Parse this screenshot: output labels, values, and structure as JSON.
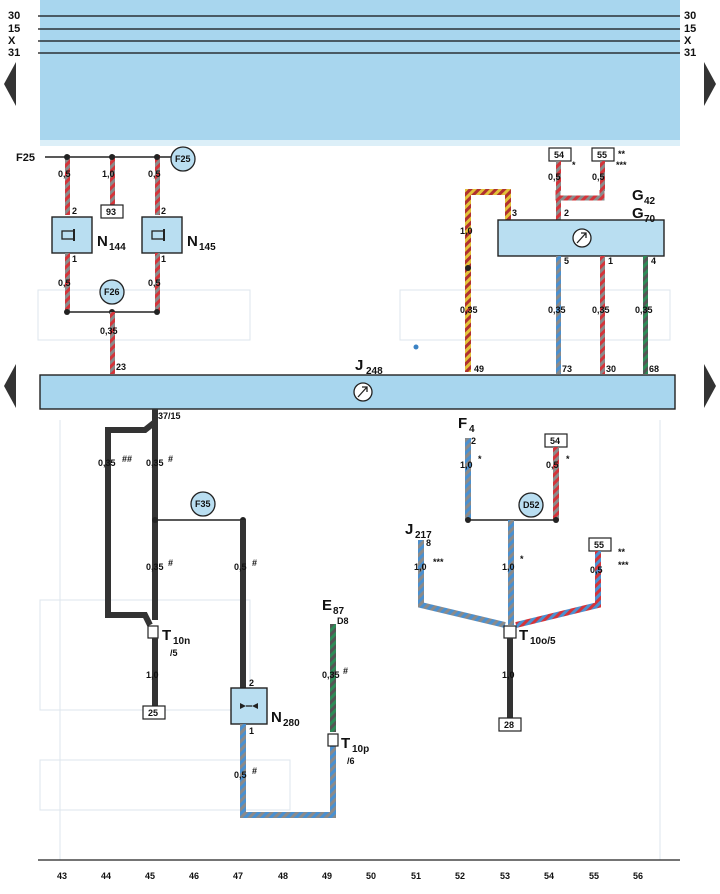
{
  "bus_lines": [
    "30",
    "15",
    "X",
    "31"
  ],
  "fuses": {
    "f25_left": "F25",
    "f25_circle": "F25",
    "f26": "F26",
    "f35": "F35",
    "d52": "D52"
  },
  "components": {
    "n144": {
      "name": "N",
      "sub": "144"
    },
    "n145": {
      "name": "N",
      "sub": "145"
    },
    "n280": {
      "name": "N",
      "sub": "280"
    },
    "g42": {
      "name": "G",
      "sub": "42"
    },
    "g70": {
      "name": "G",
      "sub": "70"
    },
    "j248": {
      "name": "J",
      "sub": "248"
    },
    "j217": {
      "name": "J",
      "sub": "217"
    },
    "f4": {
      "name": "F",
      "sub": "4"
    },
    "e87": {
      "name": "E",
      "sub": "87"
    }
  },
  "wire_labels": {
    "w1": "0,5",
    "w2": "1,0",
    "w3": "0,5",
    "w4": "0,5",
    "w5": "0,5",
    "w6": "0,35",
    "w7": "1,0",
    "w8": "0,35",
    "w9": "0,35",
    "w10": "0,35",
    "w11": "0,35",
    "w12": "0,5",
    "w13": "0,5",
    "w14": "0,35",
    "w14s": "##",
    "w15": "0,35",
    "w15s": "#",
    "w16": "0,35",
    "w16s": "#",
    "w17": "0,5",
    "w17s": "#",
    "w18": "1,0",
    "w19": "0,35",
    "w19s": "#",
    "w20": "0,5",
    "w20s": "#",
    "w21": "1,0",
    "w22": "0,5",
    "w23": "1,0",
    "w24": "1,0",
    "w25": "0,5",
    "w26": "1,0"
  },
  "pins": {
    "p2a": "2",
    "p2b": "2",
    "p1a": "1",
    "p1b": "1",
    "p23": "23",
    "p3": "3",
    "p2g": "2",
    "p5": "5",
    "p1g": "1",
    "p4": "4",
    "p49": "49",
    "p73": "73",
    "p30": "30",
    "p68": "68",
    "p3715": "37/15",
    "p2f4": "2",
    "p8": "8",
    "pn2": "2",
    "pn1": "1",
    "pd8": "D8"
  },
  "boxes": {
    "b93": "93",
    "b54a": "54",
    "b55a": "55",
    "b54b": "54",
    "b55b": "55",
    "b25": "25",
    "b28": "28"
  },
  "marks": {
    "m1": "**",
    "m2": "*",
    "m3": "***",
    "m4": "*",
    "m5": "*",
    "m6": "***",
    "m7": "*",
    "m8": "**",
    "m9": "***"
  },
  "connectors": {
    "t10n": {
      "name": "T",
      "sub": "10n",
      "pin": "/5"
    },
    "t10o": {
      "name": "T",
      "sub": "10o/5"
    },
    "t10p": {
      "name": "T",
      "sub": "10p",
      "pin": "/6"
    }
  },
  "bottom_scale": [
    "43",
    "44",
    "45",
    "46",
    "47",
    "48",
    "49",
    "50",
    "51",
    "52",
    "53",
    "54",
    "55",
    "56"
  ],
  "colors": {
    "band": "#a8d6ee",
    "bus_bar": "#a8d6ee",
    "component_fill": "#b9def1",
    "wire_red": "#d4343a",
    "wire_blue": "#4a90d0",
    "wire_green": "#2e8b57",
    "wire_yellow": "#e2c23a",
    "wire_black": "#333333"
  }
}
